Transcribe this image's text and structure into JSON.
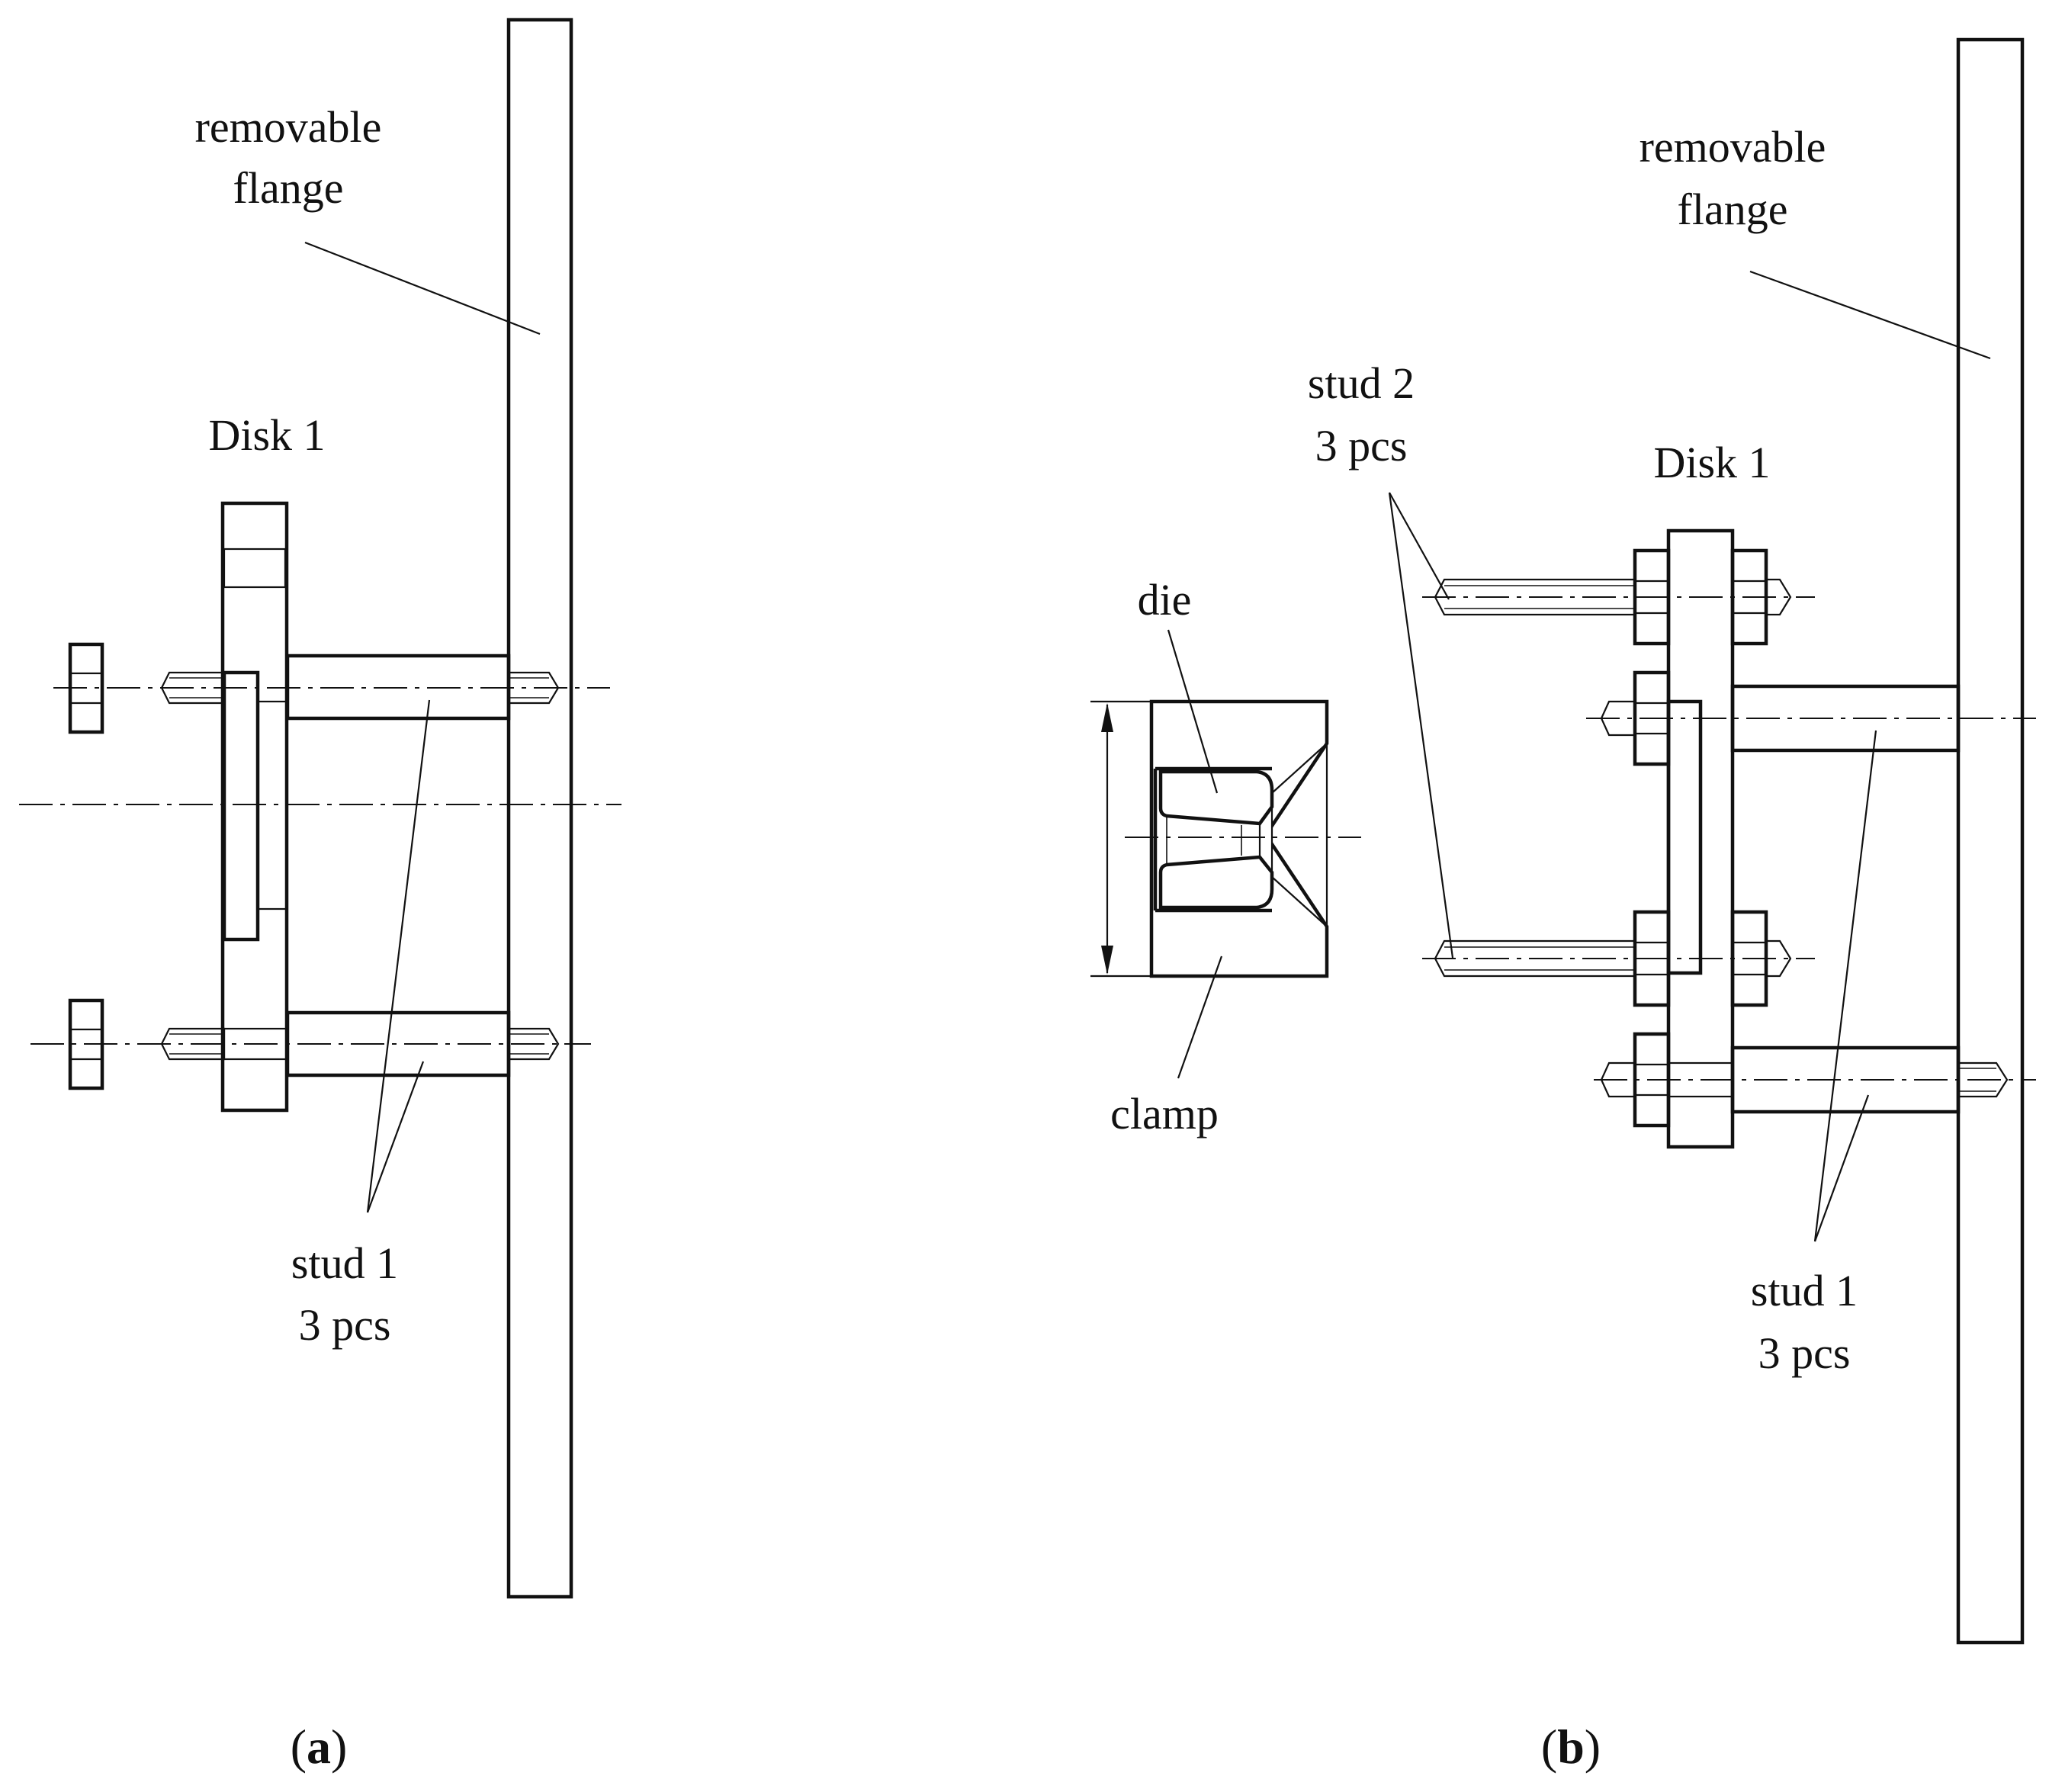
{
  "panel_a": {
    "label_removable_flange": [
      "removable",
      "flange"
    ],
    "label_disk": "Disk 1",
    "label_stud1": [
      "stud 1",
      "3 pcs"
    ],
    "caption": {
      "open": "(",
      "letter": "a",
      "close": ")"
    }
  },
  "panel_b": {
    "label_removable_flange": [
      "removable",
      "flange"
    ],
    "label_disk": "Disk 1",
    "label_stud2": [
      "stud 2",
      "3 pcs"
    ],
    "label_stud1": [
      "stud 1",
      "3 pcs"
    ],
    "label_die": "die",
    "label_clamp": "clamp",
    "caption": {
      "open": "(",
      "letter": "b",
      "close": ")"
    }
  },
  "colors": {
    "line": "#111111",
    "die_fill": "#f27ff2",
    "stud_dark": "#3a3a3a",
    "stud_light": "#d8d8d8"
  }
}
